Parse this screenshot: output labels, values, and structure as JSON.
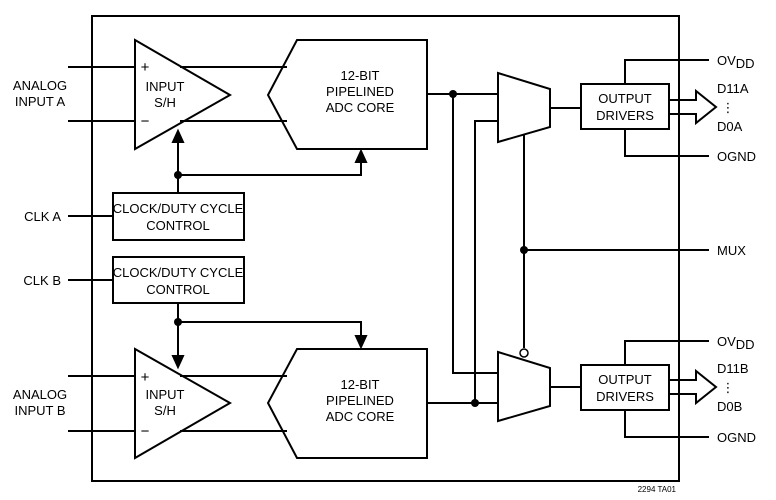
{
  "labels": {
    "analog_input_a": [
      "ANALOG",
      "INPUT A"
    ],
    "analog_input_b": [
      "ANALOG",
      "INPUT B"
    ],
    "clk_a": "CLK A",
    "clk_b": "CLK B",
    "mux": "MUX",
    "ovdd_prefix": "OV",
    "ovdd_sub": "DD",
    "ognd": "OGND",
    "d11a": "D11A",
    "d0a": "D0A",
    "d11b": "D11B",
    "d0b": "D0B",
    "ellipsis": "⋮",
    "part_code": "2294 TA01"
  },
  "blocks": {
    "sh_amp": [
      "INPUT",
      "S/H"
    ],
    "plus": "+",
    "minus": "−",
    "adc_core": [
      "12-BIT",
      "PIPELINED",
      "ADC CORE"
    ],
    "clock_ctrl": [
      "CLOCK/DUTY CYCLE",
      "CONTROL"
    ],
    "output_drivers": [
      "OUTPUT",
      "DRIVERS"
    ]
  }
}
